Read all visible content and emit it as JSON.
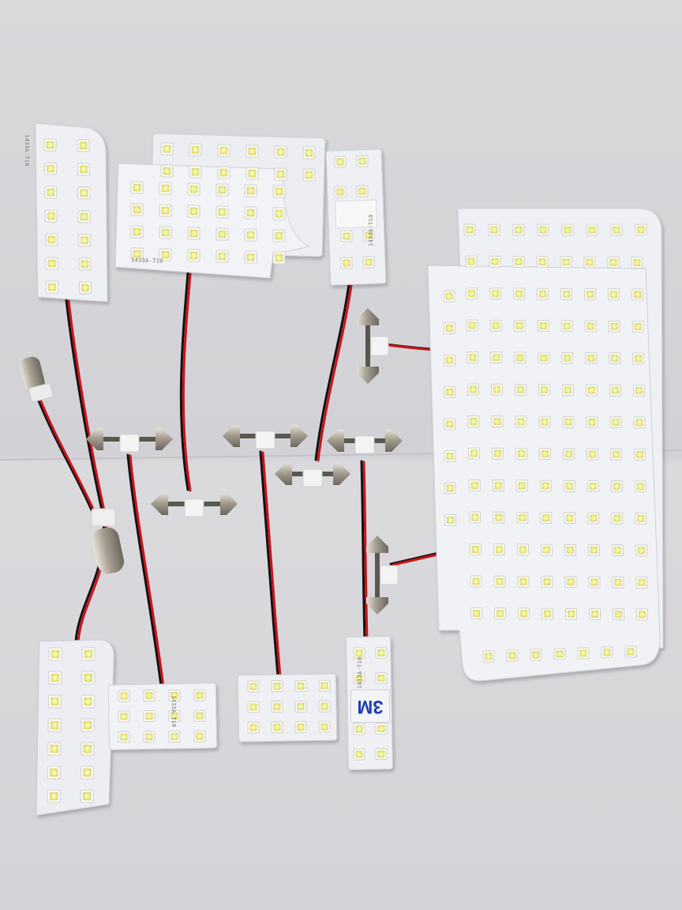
{
  "labels": {
    "brand_tape": "3M",
    "print_a": "1433A-T10",
    "print_b": "1433A-T10",
    "print_c": "1433A-T10",
    "print_d": "1433A-T10",
    "print_e": "1433A-T10"
  },
  "colors": {
    "background": "#d6d6da",
    "pcb": "#f2f3f6",
    "led_body": "#f8f8f4",
    "led_core": "#f1f18a",
    "wire_red": "#c8141a",
    "wire_black": "#111111",
    "connector": "#f4f4f4",
    "bulb_metal": "#b9b3a8"
  },
  "counts": {
    "led_boards": 10,
    "festoon_adapters": 7,
    "ba9s_adapters": 1
  }
}
